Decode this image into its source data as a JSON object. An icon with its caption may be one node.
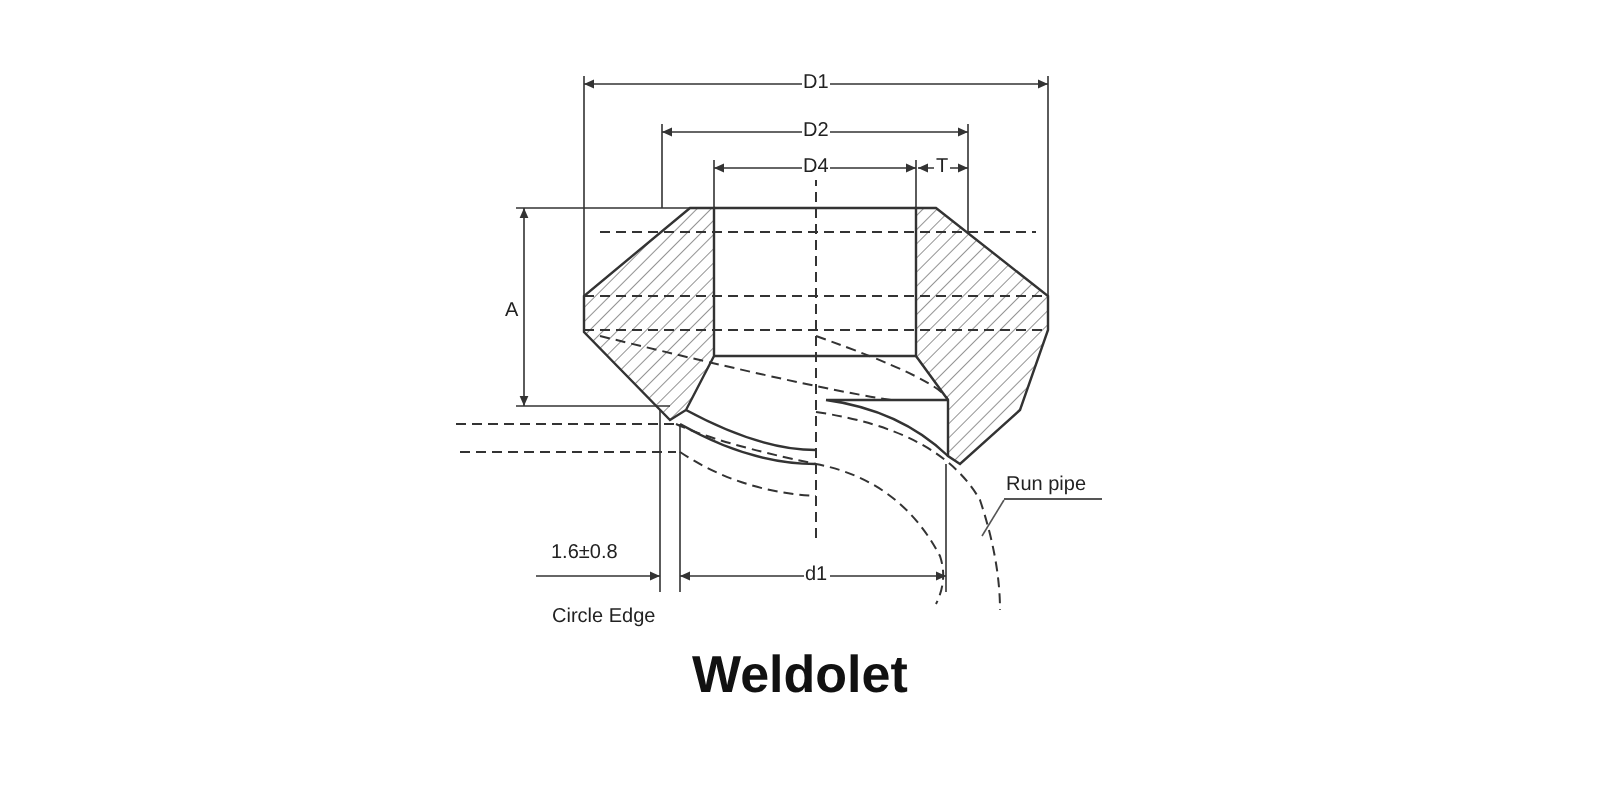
{
  "diagram": {
    "title": "Weldolet",
    "nodes": [
      {
        "text": [
          "Run pipe"
        ]
      },
      {
        "text": [],
        "shape": "picture"
      }
    ],
    "edges": [
      {
        "from": 0,
        "to": 1,
        "arrow": "none"
      }
    ],
    "labels": [
      "D1",
      "D2",
      "D4",
      "T",
      "A",
      "1.6±0.8",
      "d1",
      "Circle Edge"
    ]
  }
}
